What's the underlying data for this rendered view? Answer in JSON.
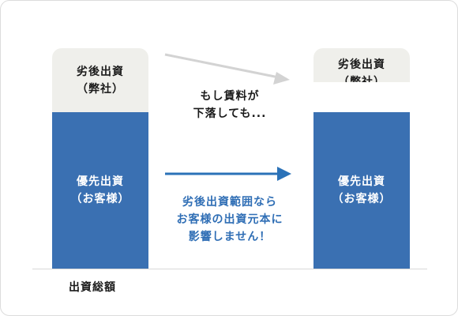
{
  "left_bar": {
    "top_label_1": "劣後出資",
    "top_label_2": "（弊社）",
    "bottom_label_1": "優先出資",
    "bottom_label_2": "（お客様）"
  },
  "right_bar": {
    "top_label_1": "劣後出資",
    "top_label_2": "（弊社）",
    "bottom_label_1": "優先出資",
    "bottom_label_2": "（お客様）"
  },
  "gray_note": {
    "line_1": "もし賃料が",
    "line_2": "下落しても..."
  },
  "blue_note": {
    "line_1": "劣後出資範囲なら",
    "line_2": "お客様の出資元本に",
    "line_3": "影響しません！"
  },
  "caption": "出資総額",
  "colors": {
    "senior": "#3a70b2",
    "subordinated": "#efefeb",
    "arrow_gray": "#d3d3d3",
    "arrow_blue": "#2b72b8",
    "note_blue": "#2f6eb5"
  }
}
